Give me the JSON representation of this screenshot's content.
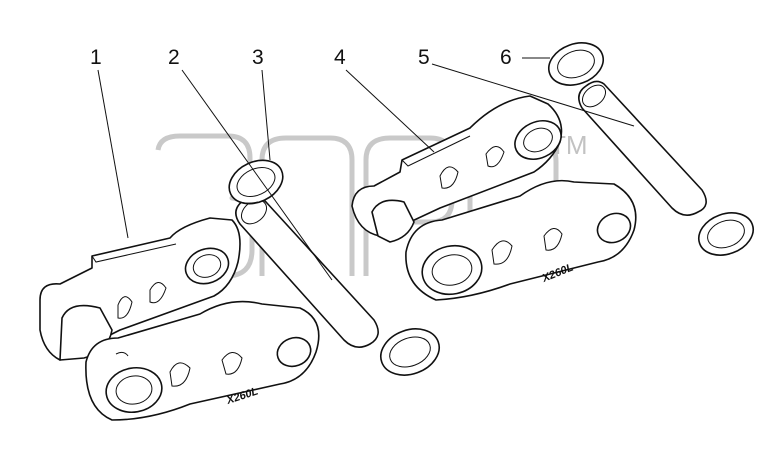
{
  "callouts": [
    "1",
    "2",
    "3",
    "4",
    "5",
    "6"
  ],
  "watermark": {
    "mark": "TM"
  },
  "stamps": [
    "X260L",
    "X260L"
  ],
  "colors": {
    "line": "#111111",
    "background": "#ffffff",
    "watermark": "#c4c4c4"
  }
}
